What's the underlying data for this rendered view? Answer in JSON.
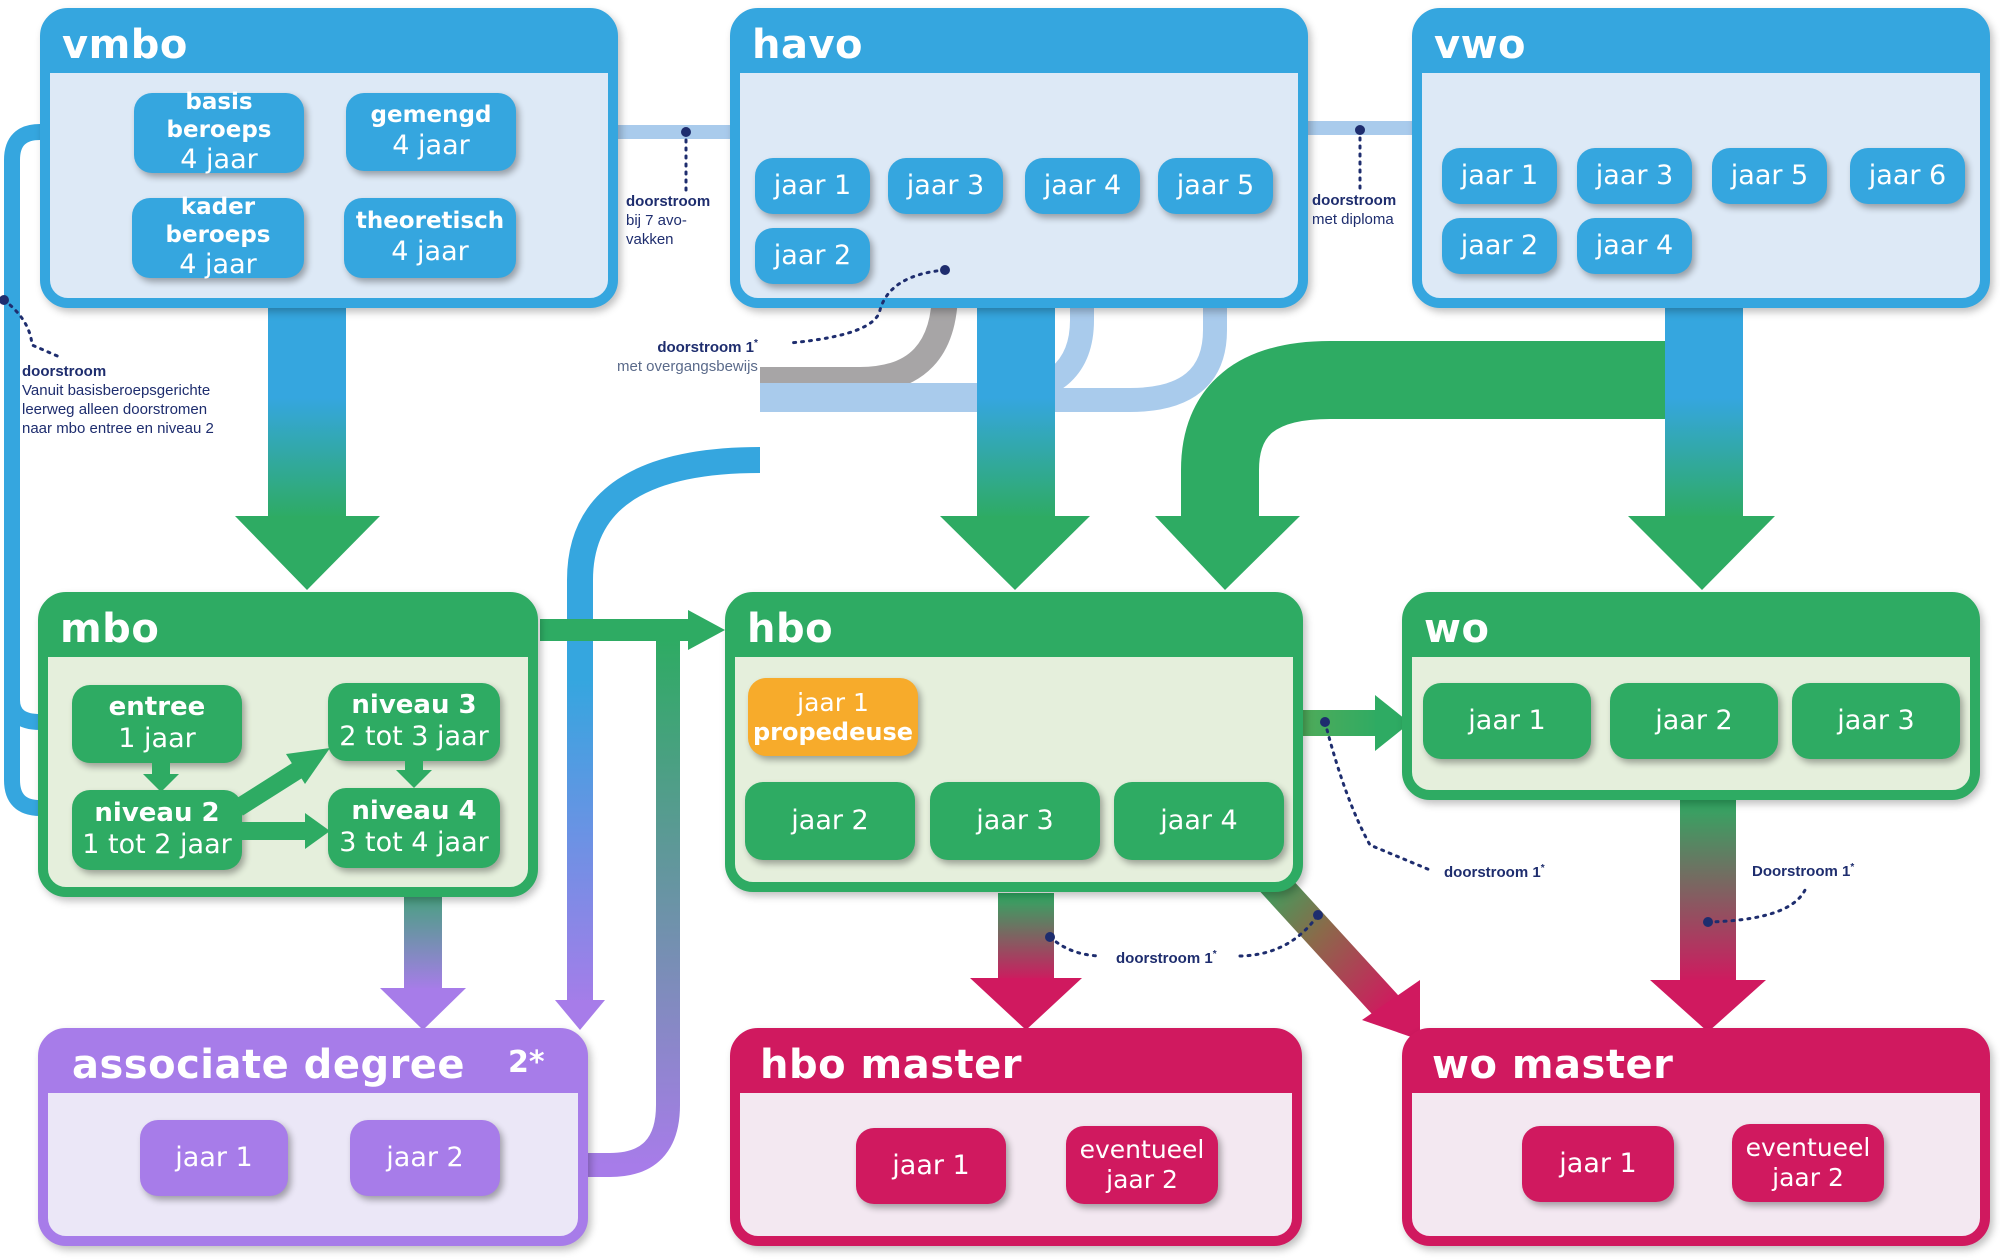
{
  "colors": {
    "vmbo_havo_vwo": "#35a6df",
    "mbo_hbo_wo": "#2eab63",
    "associate_degree": "#a77ce9",
    "masters": "#d0195f",
    "propedeuse": "#f7ab2b",
    "light_flow": "#a9cbec",
    "gray_flow": "#a7a5a6",
    "annotation": "#1e2d6e"
  },
  "vmbo": {
    "title": "vmbo",
    "tracks": [
      {
        "name": "basis beroeps",
        "duration": "4 jaar"
      },
      {
        "name": "gemengd",
        "duration": "4 jaar"
      },
      {
        "name": "kader beroeps",
        "duration": "4 jaar"
      },
      {
        "name": "theoretisch",
        "duration": "4 jaar"
      }
    ]
  },
  "havo": {
    "title": "havo",
    "years": [
      "jaar 1",
      "jaar 3",
      "jaar 4",
      "jaar 5",
      "jaar 2"
    ]
  },
  "vwo": {
    "title": "vwo",
    "years": [
      "jaar 1",
      "jaar 3",
      "jaar 5",
      "jaar 6",
      "jaar 2",
      "jaar 4"
    ]
  },
  "mbo": {
    "title": "mbo",
    "levels": [
      {
        "name": "entree",
        "duration": "1 jaar"
      },
      {
        "name": "niveau 3",
        "duration": "2 tot 3 jaar"
      },
      {
        "name": "niveau 2",
        "duration": "1 tot 2 jaar"
      },
      {
        "name": "niveau 4",
        "duration": "3 tot 4 jaar"
      }
    ]
  },
  "hbo": {
    "title": "hbo",
    "propedeuse_year": "jaar 1",
    "propedeuse_label": "propedeuse",
    "years": [
      "jaar 2",
      "jaar 3",
      "jaar 4"
    ]
  },
  "wo": {
    "title": "wo",
    "years": [
      "jaar 1",
      "jaar 2",
      "jaar 3"
    ]
  },
  "associate_degree": {
    "title": "associate degree",
    "badge": "2*",
    "years": [
      "jaar 1",
      "jaar 2"
    ]
  },
  "hbo_master": {
    "title": "hbo master",
    "year1": "jaar 1",
    "optional_line1": "eventueel",
    "optional_line2": "jaar 2"
  },
  "wo_master": {
    "title": "wo master",
    "year1": "jaar 1",
    "optional_line1": "eventueel",
    "optional_line2": "jaar 2"
  },
  "annotations": {
    "vmbo_doorstroom": {
      "title": "doorstroom",
      "line1": "Vanuit basisberoepsgerichte",
      "line2": "leerweg alleen doorstromen",
      "line3": "naar mbo entree en niveau 2"
    },
    "vmbo_havo": {
      "title": "doorstroom",
      "line1": "bij 7 avo-",
      "line2": "vakken"
    },
    "havo_vwo": {
      "title": "doorstroom",
      "line1": "met diploma"
    },
    "havo_overgang": {
      "title": "doorstroom 1",
      "sup": "*",
      "line1": "met overgangsbewijs"
    },
    "hbo_wo": {
      "title": "doorstroom 1",
      "sup": "*"
    },
    "hbo_master": {
      "title": "doorstroom 1",
      "sup": "*"
    },
    "wo_master": {
      "title": "Doorstroom 1",
      "sup": "*"
    }
  }
}
